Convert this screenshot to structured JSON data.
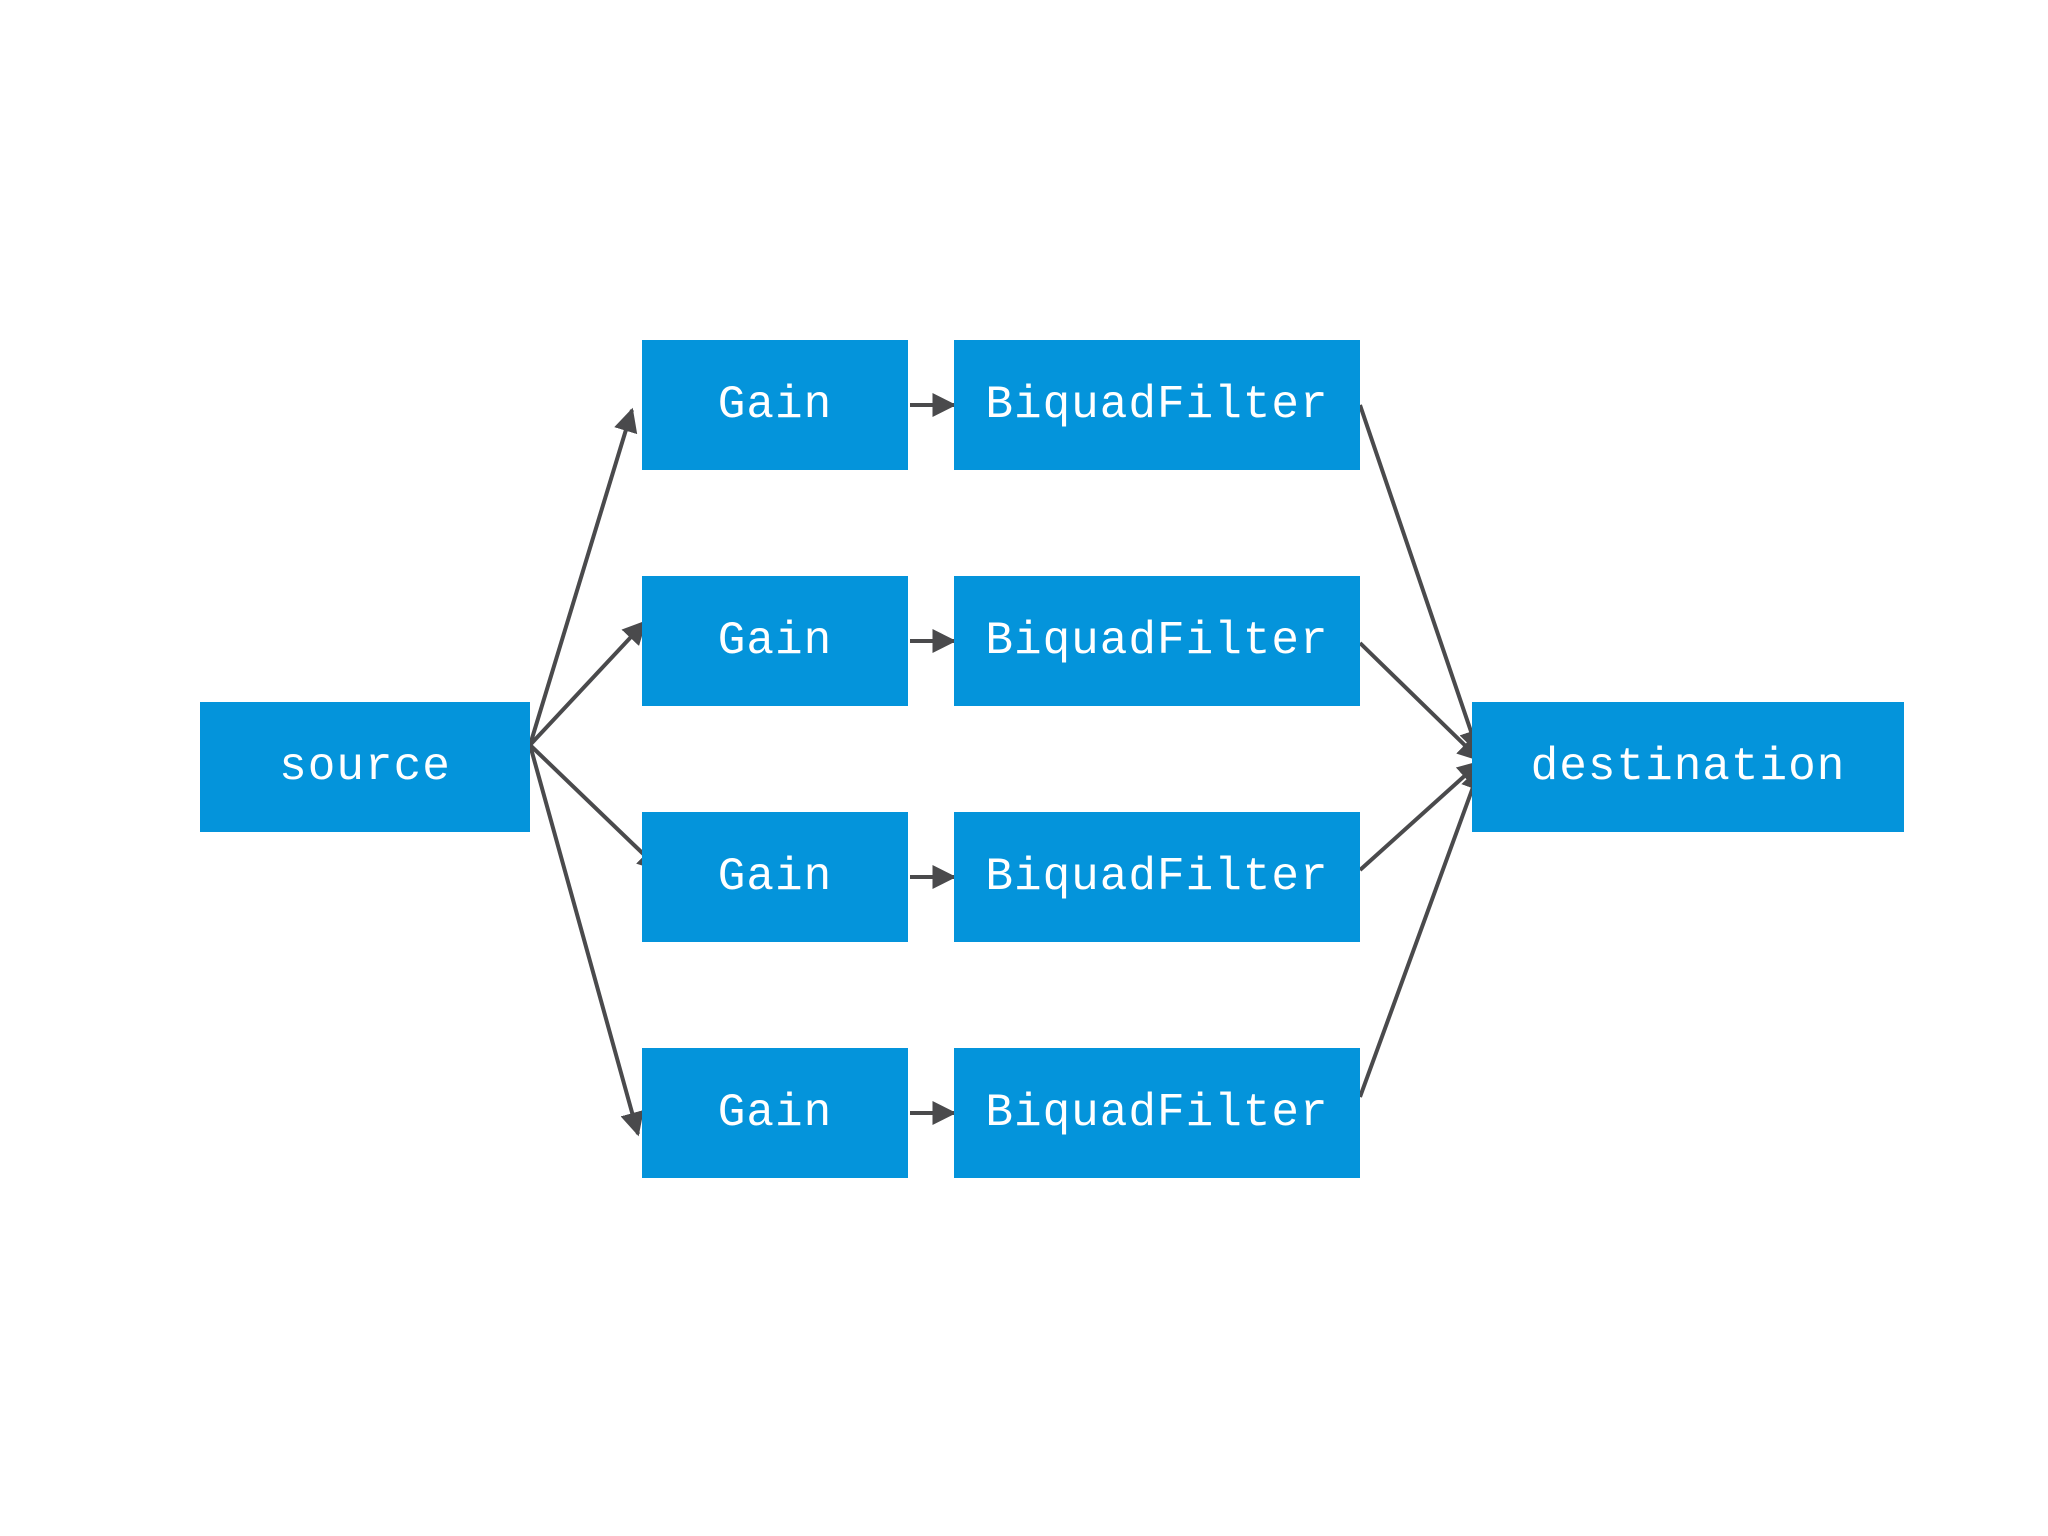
{
  "diagram": {
    "source": {
      "label": "source"
    },
    "destination": {
      "label": "destination"
    },
    "chains": [
      {
        "gain_label": "Gain",
        "filter_label": "BiquadFilter"
      },
      {
        "gain_label": "Gain",
        "filter_label": "BiquadFilter"
      },
      {
        "gain_label": "Gain",
        "filter_label": "BiquadFilter"
      },
      {
        "gain_label": "Gain",
        "filter_label": "BiquadFilter"
      }
    ],
    "colors": {
      "node_fill": "#0494db",
      "node_text": "#ffffff",
      "edge": "#4a4a4c",
      "background": "#ffffff"
    }
  }
}
